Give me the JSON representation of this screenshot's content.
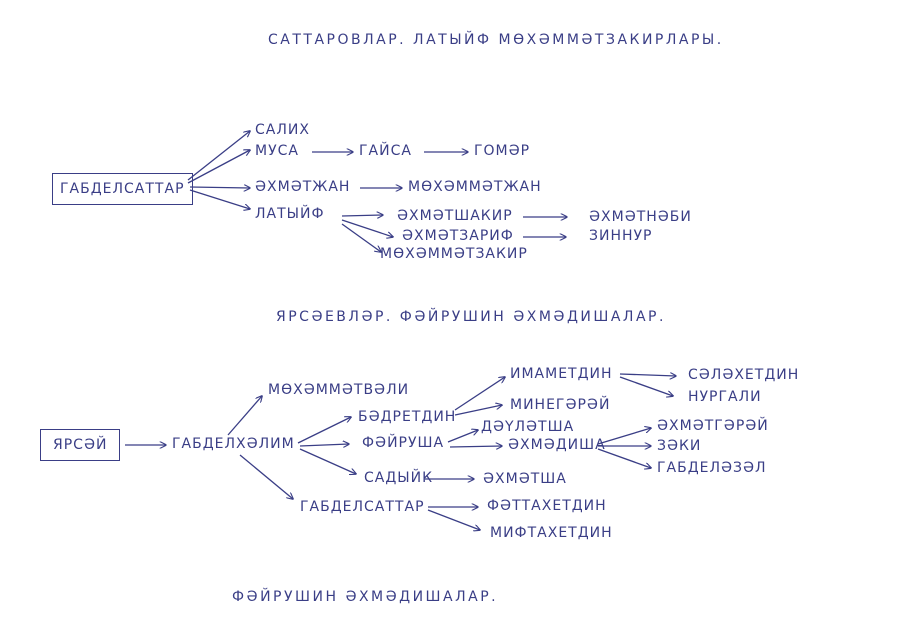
{
  "colors": {
    "ink": "#3a3e86"
  },
  "headings": {
    "h1": "САТТАРОВЛАР. ЛАТЫЙФ МӨХӘММӘТЗАКИРЛАРЫ.",
    "h2": "ЯРСӘЕВЛӘР. ФӘЙРУШИН ӘХМӘДИШАЛАР.",
    "h3": "ФӘЙРУШИН ӘХМӘДИШАЛАР."
  },
  "tree1": {
    "root": "ГАБДЕЛСАТТАР",
    "salih": "САЛИХ",
    "musa": "МУСА",
    "gaisa": "ГАЙСА",
    "gomer": "ГОМӘР",
    "ahmetzhan": "ӘХМӘТЖАН",
    "mohammetzhan": "МӨХӘММӘТЖАН",
    "latyif": "ЛАТЫЙФ",
    "ahmetshakir": "ӘХМӘТШАКИР",
    "ahmetnabi": "ӘХМӘТНӘБИ",
    "ahmetzarif": "ӘХМӘТЗАРИФ",
    "zinnur": "ЗИННУР",
    "mohammetzakir": "МӨХӘММӘТЗАКИР"
  },
  "tree2": {
    "root": "ЯРСӘЙ",
    "gabdelhalim": "ГАБДЕЛХӘЛИМ",
    "mohammetvali": "МӨХӘММӘТВӘЛИ",
    "badretdin": "БӘДРЕТДИН",
    "imametdin": "ИМАМЕТДИН",
    "salahetdin": "СӘЛӘХЕТДИН",
    "nurgali": "НУРГАЛИ",
    "minegaray": "МИНЕГӘРӘЙ",
    "fairusha": "ФӘЙРУША",
    "dauletsha": "ДӘҮЛӘТША",
    "ahmadisha": "ӘХМӘДИША",
    "ahmetgaray": "ӘХМӘТГӘРӘЙ",
    "zaki": "ЗӘКИ",
    "gabdelazal": "ГАБДЕЛӘЗӘЛ",
    "sadyik": "САДЫЙК",
    "ahmetsha": "ӘХМӘТША",
    "gabdelsattar": "ГАБДЕЛСАТТАР",
    "fattahetdin": "ФӘТТАХЕТДИН",
    "miftahetdin": "МИФТАХЕТДИН"
  }
}
